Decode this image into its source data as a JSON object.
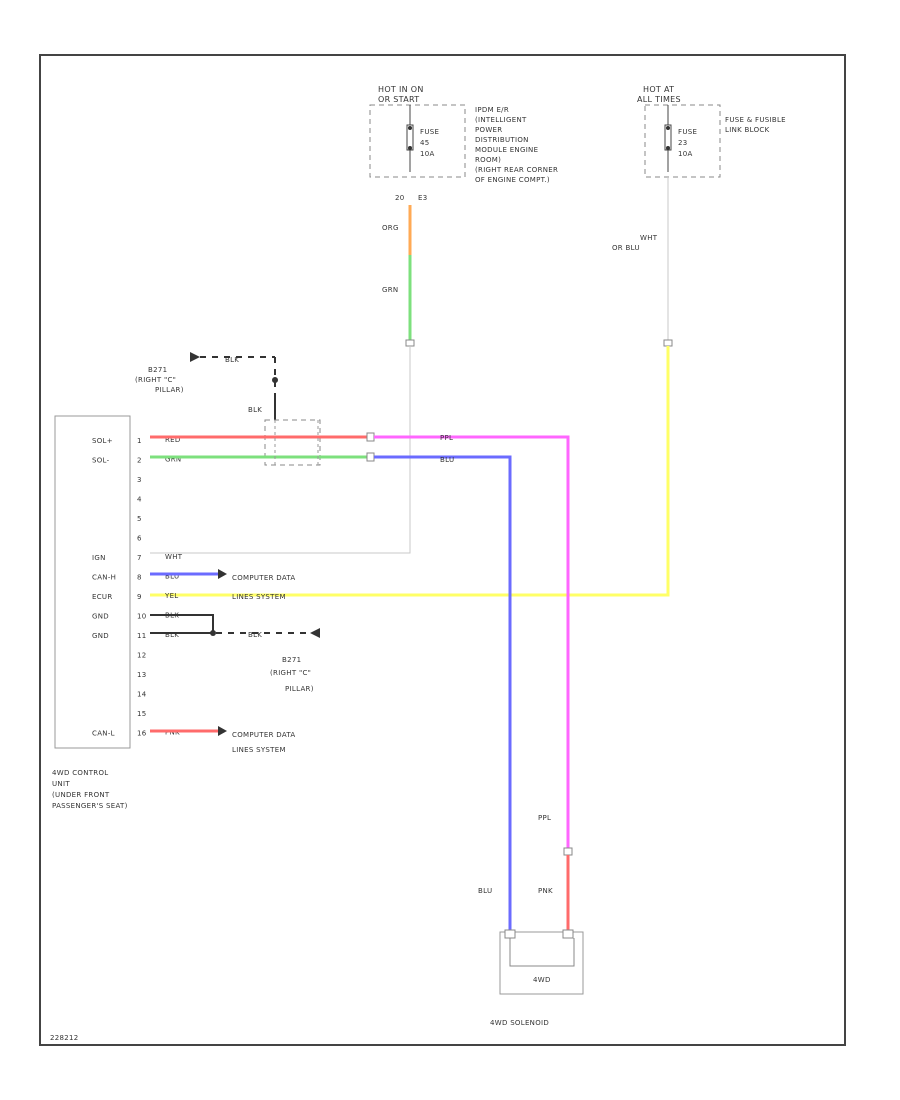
{
  "diagram_id": "228212",
  "colors": {
    "red": "#ff6b6b",
    "green": "#7de07d",
    "pink": "#ff66ff",
    "blue": "#6b6bff",
    "yellow": "#ffff66",
    "orange": "#ffaa55",
    "white_wire": "#c8c8c8",
    "black_wire": "#333333"
  },
  "fuse_left": {
    "hot_label": "HOT IN ON",
    "hot_label2": "OR START",
    "fuse_label": "FUSE",
    "fuse_num": "45",
    "fuse_amp": "10A",
    "pin_left": "20",
    "pin_right": "E3",
    "desc": [
      "IPDM E/R",
      "(INTELLIGENT",
      "POWER",
      "DISTRIBUTION",
      "MODULE ENGINE",
      "ROOM)",
      "(RIGHT REAR CORNER",
      "OF ENGINE COMPT.)"
    ]
  },
  "fuse_right": {
    "hot_label": "HOT AT",
    "hot_label2": "ALL TIMES",
    "fuse_label": "FUSE",
    "fuse_num": "23",
    "fuse_amp": "10A",
    "desc": [
      "FUSE & FUSIBLE",
      "LINK BLOCK"
    ]
  },
  "wires": {
    "org": "ORG",
    "grn_upper": "GRN",
    "wht_or_blu_1": "WHT",
    "wht_or_blu_2": "OR BLU",
    "ppl_top": "PPL",
    "blu_top": "BLU",
    "ppl_bottom": "PPL",
    "blu_bottom": "BLU",
    "pnk_bottom": "PNK",
    "blk_ground_top": "BLK",
    "blk_ground_vertical": "BLK",
    "blk_ground_bottom": "BLK"
  },
  "ground_top": [
    "B271",
    "(RIGHT \"C\"",
    "PILLAR)"
  ],
  "ground_bottom": [
    "B271",
    "(RIGHT \"C\"",
    "PILLAR)"
  ],
  "ecu": {
    "pin_names": [
      "SOL+",
      "SOL-",
      "",
      "",
      "",
      "",
      "IGN",
      "CAN-H",
      "ECUR",
      "GND",
      "GND",
      "",
      "",
      "",
      "",
      "CAN-L"
    ],
    "pin_nums": [
      "1",
      "2",
      "3",
      "4",
      "5",
      "6",
      "7",
      "8",
      "9",
      "10",
      "11",
      "12",
      "13",
      "14",
      "15",
      "16"
    ],
    "pin_wires": [
      "RED",
      "GRN",
      "",
      "",
      "",
      "",
      "WHT",
      "BLU",
      "YEL",
      "BLK",
      "BLK",
      "",
      "",
      "",
      "",
      "PNK"
    ],
    "label": [
      "4WD CONTROL",
      "UNIT",
      "(UNDER FRONT",
      "PASSENGER'S SEAT)"
    ]
  },
  "computer_data_top": [
    "COMPUTER DATA",
    "LINES SYSTEM"
  ],
  "computer_data_bottom": [
    "COMPUTER DATA",
    "LINES SYSTEM"
  ],
  "solenoid": {
    "inner_label": "4WD",
    "label": "4WD SOLENOID"
  }
}
